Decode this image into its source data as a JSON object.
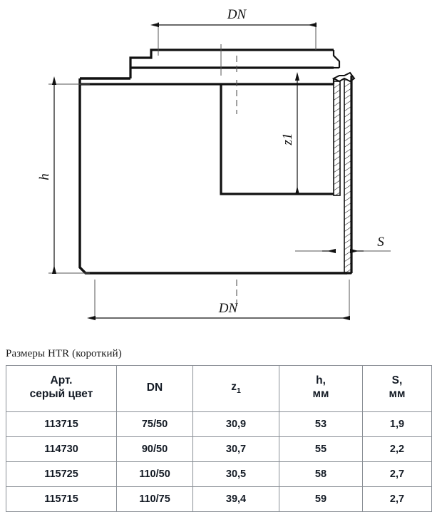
{
  "drawing": {
    "labels": {
      "dn_top": "DN",
      "dn_bottom": "DN",
      "h": "h",
      "z1": "z1",
      "s": "S"
    }
  },
  "table": {
    "title": "Размеры HTR (короткий)",
    "headers": [
      {
        "line1": "Арт.",
        "line2": "серый цвет"
      },
      {
        "line1": "DN",
        "line2": ""
      },
      {
        "line1": "z",
        "sub": "1",
        "line2": ""
      },
      {
        "line1": "h,",
        "line2": "мм"
      },
      {
        "line1": "S,",
        "line2": "мм"
      }
    ],
    "rows": [
      {
        "art": "113715",
        "dn": "75/50",
        "z1": "30,9",
        "h": "53",
        "s": "1,9"
      },
      {
        "art": "114730",
        "dn": "90/50",
        "z1": "30,7",
        "h": "55",
        "s": "2,2"
      },
      {
        "art": "115725",
        "dn": "110/50",
        "z1": "30,5",
        "h": "58",
        "s": "2,7"
      },
      {
        "art": "115715",
        "dn": "110/75",
        "z1": "39,4",
        "h": "59",
        "s": "2,7"
      }
    ]
  },
  "colors": {
    "line": "#111111",
    "thin_line": "#555555",
    "table_border": "#8a8f96",
    "text": "#131a24"
  }
}
